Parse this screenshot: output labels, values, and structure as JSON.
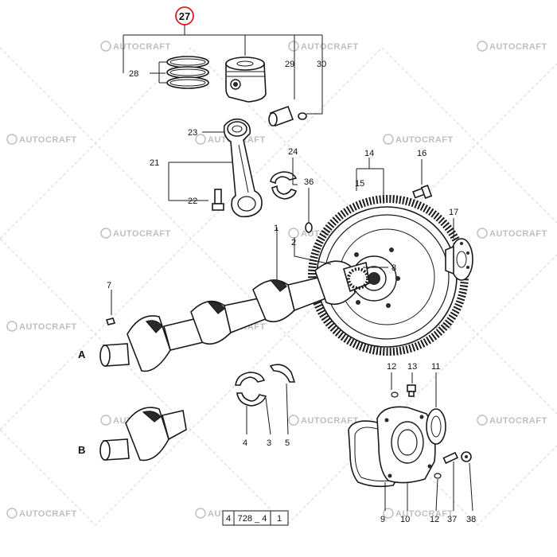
{
  "diagram": {
    "main_callout": {
      "label": "27",
      "circle_color": "#d62020"
    },
    "callouts": {
      "c28": "28",
      "c29": "29",
      "c30": "30",
      "c23": "23",
      "c21": "21",
      "c22": "22",
      "c24": "24",
      "c36": "36",
      "c14": "14",
      "c15": "15",
      "c16": "16",
      "c17": "17",
      "c1": "1",
      "c2": "2",
      "c8": "8",
      "c7": "7",
      "c12a": "12",
      "c13": "13",
      "c11": "11",
      "c4": "4",
      "c3": "3",
      "c5": "5",
      "c9": "9",
      "c10": "10",
      "c12b": "12",
      "c37": "37",
      "c38": "38"
    },
    "variant_labels": {
      "a": "A",
      "b": "B"
    },
    "plate": {
      "cells": [
        "4",
        "728 _ 4",
        "1"
      ]
    },
    "watermark": {
      "text": "AUTOCRAFT",
      "color": "#bfbfbf"
    }
  }
}
